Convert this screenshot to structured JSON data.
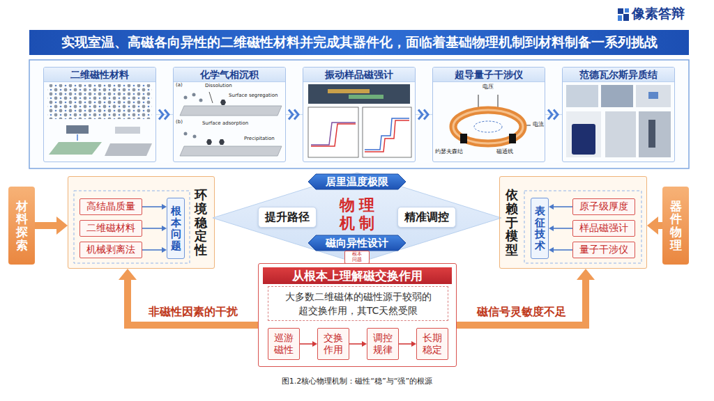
{
  "diagram": {
    "title": "实现室温、高磁各向异性的二维磁性材料并完成其器件化，面临着基础物理机制到材料制备一系列挑战",
    "caption": "图1.2核心物理机制：磁性“稳”与“强”的根源",
    "nodes": [
      {
        "text": [
          "二维磁性材料"
        ]
      },
      {
        "text": [
          "化学气相沉积"
        ]
      },
      {
        "text": [
          "振动样品磁强计"
        ]
      },
      {
        "text": [
          "超导量子干涉仪"
        ]
      },
      {
        "text": [
          "范德瓦尔斯异质结"
        ]
      },
      {
        "text": [
          "材料探索"
        ]
      },
      {
        "text": [
          "环境稳定性"
        ]
      },
      {
        "text": [
          "高结晶质量"
        ],
        "in": 6
      },
      {
        "text": [
          "二维磁材料"
        ],
        "in": 6
      },
      {
        "text": [
          "机械剥离法"
        ],
        "in": 6
      },
      {
        "text": [
          "根本问题"
        ],
        "in": 6
      },
      {
        "text": [
          "物理 机制"
        ]
      },
      {
        "text": [
          "居里温度极限"
        ],
        "in": 11
      },
      {
        "text": [
          "提升路径"
        ],
        "in": 11
      },
      {
        "text": [
          "精准调控"
        ],
        "in": 11
      },
      {
        "text": [
          "磁向异性设计"
        ],
        "in": 11
      },
      {
        "text": [
          "依赖于模型"
        ]
      },
      {
        "text": [
          "表征技术"
        ],
        "in": 16
      },
      {
        "text": [
          "原子级厚度"
        ],
        "in": 16
      },
      {
        "text": [
          "样品磁强计"
        ],
        "in": 16
      },
      {
        "text": [
          "量子干涉仪"
        ],
        "in": 16
      },
      {
        "text": [
          "器件物理"
        ]
      },
      {
        "text": [
          "根本 问题"
        ]
      },
      {
        "text": [
          "从根本上理解磁交换作用"
        ]
      },
      {
        "text": [
          "大多数二维磁体的磁性源于较弱的 超交换作用，其TC天然受限"
        ],
        "in": 23
      },
      {
        "text": [
          "巡游 磁性"
        ],
        "in": 23
      },
      {
        "text": [
          "交换 作用"
        ],
        "in": 23
      },
      {
        "text": [
          "调控 规律"
        ],
        "in": 23
      },
      {
        "text": [
          "长期 稳定"
        ],
        "in": 23
      }
    ],
    "edges": [
      {
        "from": 0,
        "to": 1,
        "arrow": "to"
      },
      {
        "from": 1,
        "to": 2,
        "arrow": "to"
      },
      {
        "from": 2,
        "to": 3,
        "arrow": "to"
      },
      {
        "from": 3,
        "to": 4,
        "arrow": "to"
      },
      {
        "from": 5,
        "to": 6,
        "arrow": "to"
      },
      {
        "from": 7,
        "to": 10,
        "arrow": "to"
      },
      {
        "from": 8,
        "to": 10,
        "arrow": "to"
      },
      {
        "from": 9,
        "to": 10,
        "arrow": "to"
      },
      {
        "from": 18,
        "to": 17,
        "arrow": "to"
      },
      {
        "from": 19,
        "to": 17,
        "arrow": "to"
      },
      {
        "from": 20,
        "to": 17,
        "arrow": "to"
      },
      {
        "from": 21,
        "to": 16,
        "arrow": "to"
      },
      {
        "from": 25,
        "to": 26,
        "arrow": "to"
      },
      {
        "from": 26,
        "to": 27,
        "arrow": "to"
      },
      {
        "from": 27,
        "to": 28,
        "arrow": "to"
      },
      {
        "from": 23,
        "to": 6,
        "arrow": "to",
        "label": "非磁性因素的干扰"
      },
      {
        "from": 23,
        "to": 16,
        "arrow": "to",
        "label": "磁信号灵敏度不足"
      }
    ],
    "labels": [
      "像素答辩",
      "(a)",
      "Dissolution",
      "Surface segregation",
      "(b)",
      "Surface adsorption",
      "Precipitation",
      "电压",
      "电流",
      "约瑟夫森结",
      "磁通线"
    ]
  }
}
